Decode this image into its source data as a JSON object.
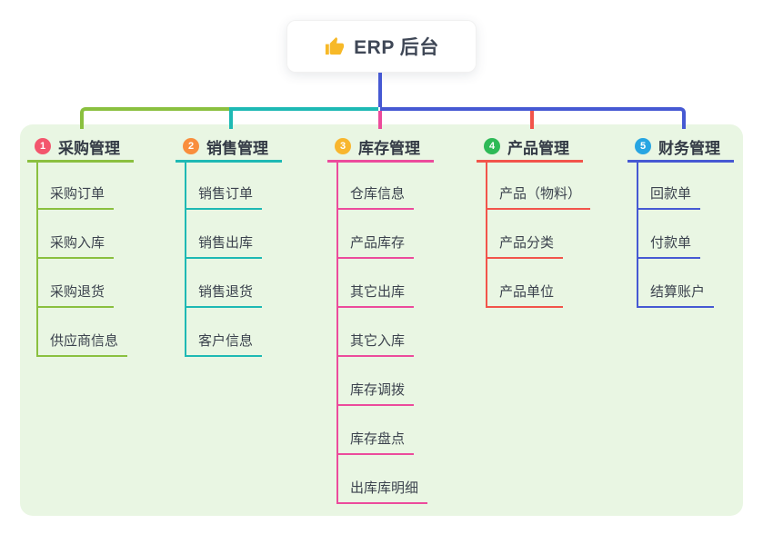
{
  "root": {
    "label": "ERP 后台",
    "icon": "thumbs-up"
  },
  "colors": {
    "page_bg": "#ffffff",
    "panel_bg": "#e9f6e3",
    "root_line": "#4659d3",
    "thumb_icon": "#f7b928",
    "root_text": "#3f4756",
    "title_text": "#333a45",
    "child_text": "#3c434e"
  },
  "branches": [
    {
      "index": "1",
      "title": "采购管理",
      "badge_color": "#f3566d",
      "line_color": "#8ac03f",
      "children": [
        "采购订单",
        "采购入库",
        "采购退货",
        "供应商信息"
      ]
    },
    {
      "index": "2",
      "title": "销售管理",
      "badge_color": "#f98e3d",
      "line_color": "#1eb9b4",
      "children": [
        "销售订单",
        "销售出库",
        "销售退货",
        "客户信息"
      ]
    },
    {
      "index": "3",
      "title": "库存管理",
      "badge_color": "#f8b62e",
      "line_color": "#ec4b9c",
      "children": [
        "仓库信息",
        "产品库存",
        "其它出库",
        "其它入库",
        "库存调拨",
        "库存盘点",
        "出库库明细"
      ]
    },
    {
      "index": "4",
      "title": "产品管理",
      "badge_color": "#2eba57",
      "line_color": "#f2544b",
      "children": [
        "产品（物料）",
        "产品分类",
        "产品单位"
      ]
    },
    {
      "index": "5",
      "title": "财务管理",
      "badge_color": "#27a5e2",
      "line_color": "#4659d3",
      "children": [
        "回款单",
        "付款单",
        "结算账户"
      ]
    }
  ]
}
